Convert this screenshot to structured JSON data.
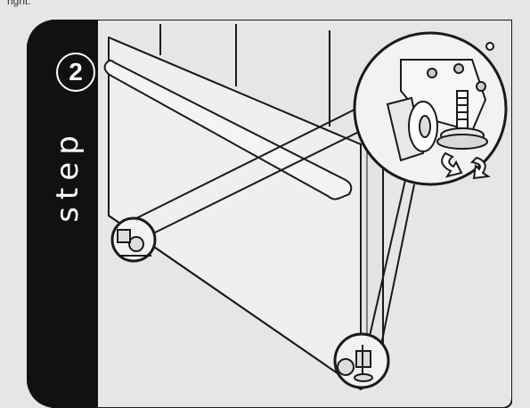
{
  "header": {
    "caption": "right."
  },
  "step": {
    "number": "2",
    "word": "step"
  },
  "illustration": {
    "subject": "range-cabinet-with-casters",
    "callouts": [
      "front-left-caster",
      "front-right-caster-leveler",
      "magnified-leveling-caster"
    ],
    "rotation_arrows": 2
  },
  "colors": {
    "band": "#111111",
    "panel": "#e6e6e6",
    "outline": "#1a1a1a",
    "appliance": "#eeeeee"
  }
}
